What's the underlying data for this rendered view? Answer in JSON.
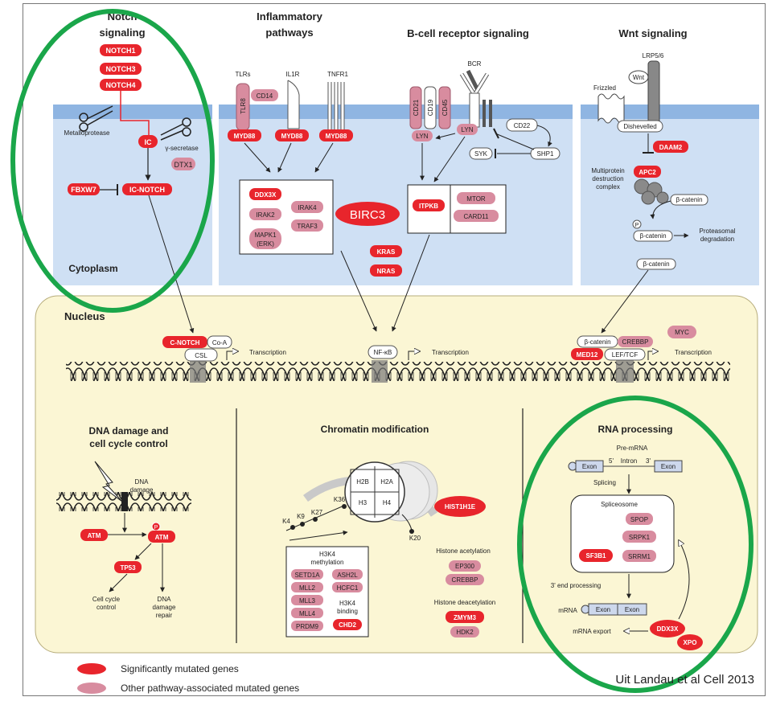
{
  "headers": {
    "notch": [
      "Notch",
      "signaling"
    ],
    "inflammatory": [
      "Inflammatory",
      "pathways"
    ],
    "bcr": "B-cell receptor signaling",
    "wnt": "Wnt signaling"
  },
  "notch": {
    "receptors": [
      "NOTCH1",
      "NOTCH3",
      "NOTCH4"
    ],
    "metalloprotease": "Metalloprotease",
    "gamma_secretase": "γ-secretase",
    "ic": "IC",
    "dtx1": "DTX1",
    "fbxw7": "FBXW7",
    "ic_notch": "IC-NOTCH",
    "cytoplasm": "Cytoplasm"
  },
  "inflammatory": {
    "tlrs": "TLRs",
    "il1r": "IL1R",
    "tnfr1": "TNFR1",
    "tlr8": "TLR8",
    "cd14": "CD14",
    "myd88": "MYD88",
    "box": [
      "DDX3X",
      "IRAK2",
      "MAPK1",
      "(ERK)",
      "IRAK4",
      "TRAF3"
    ],
    "birc3": "BIRC3",
    "kras": "KRAS",
    "nras": "NRAS"
  },
  "bcr": {
    "bcr_label": "BCR",
    "cd21": "CD21",
    "cd19": "CD19",
    "cd45": "CD45",
    "lyn": "LYN",
    "cd22": "CD22",
    "syk": "SYK",
    "shp1": "SHP1",
    "itpkb": "ITPKB",
    "mtor": "MTOR",
    "card11": "CARD11"
  },
  "wnt": {
    "lrp": "LRP5/6",
    "wnt": "Wnt",
    "frizzled": "Frizzled",
    "dishevelled": "Dishevelled",
    "daam2": "DAAM2",
    "destruction": [
      "Multiprotein",
      "destruction",
      "complex"
    ],
    "apc2": "APC2",
    "bcat": "β-catenin",
    "p": "P",
    "proteasomal": [
      "Proteasomal",
      "degradation"
    ]
  },
  "nucleus": {
    "title": "Nucleus",
    "c_notch": "C-NOTCH",
    "coa": "Co-A",
    "csl": "CSL",
    "transcription": "Transcription",
    "nfkb": "NF-κB",
    "bcat": "β-catenin",
    "crebbp": "CREBBP",
    "med12": "MED12",
    "leftcf": "LEF/TCF",
    "myc": "MYC"
  },
  "dna_damage": {
    "title": [
      "DNA damage and",
      "cell cycle control"
    ],
    "dna_damage": [
      "DNA",
      "damage"
    ],
    "atm": "ATM",
    "p": "P",
    "tp53": "TP53",
    "cell_cycle": [
      "Cell cycle",
      "control"
    ],
    "repair": [
      "DNA",
      "damage",
      "repair"
    ]
  },
  "chromatin": {
    "title": "Chromatin modification",
    "histones": [
      "H2B",
      "H2A",
      "H3",
      "H4"
    ],
    "hist1h1e": "HIST1H1E",
    "sites": [
      "K4",
      "K9",
      "K27",
      "K36",
      "K20"
    ],
    "h3k4_title": [
      "H3K4",
      "methylation"
    ],
    "left_genes": [
      "SETD1A",
      "MLL2",
      "MLL3",
      "MLL4",
      "PRDM9"
    ],
    "right_genes": [
      "ASH2L",
      "HCFC1"
    ],
    "binding": [
      "H3K4",
      "binding"
    ],
    "chd2": "CHD2",
    "acetylation": "Histone acetylation",
    "ep300": "EP300",
    "crebbp": "CREBBP",
    "deacetylation": "Histone deacetylation",
    "zmym3": "ZMYM3",
    "hdac": "HDK2"
  },
  "rna": {
    "title": "RNA processing",
    "premrna": "Pre-mRNA",
    "five": "5'",
    "intron": "Intron",
    "three": "3'",
    "exon": "Exon",
    "splicing": "Splicing",
    "spliceosome": "Spliceosome",
    "spop": "SPOP",
    "srpk1": "SRPK1",
    "sf3b1": "SF3B1",
    "srrm1": "SRRM1",
    "end_processing": "3' end processing",
    "mrna": "mRNA",
    "export": "mRNA export",
    "ddx3x": "DDX3X",
    "xpo": "XPO"
  },
  "legend": {
    "significant": "Significantly mutated genes",
    "other": "Other pathway-associated mutated genes"
  },
  "citation": "Uit Landau et al Cell 2013",
  "colors": {
    "significant": "#e8252c",
    "other": "#d88c9f",
    "membrane": "#cfe0f4",
    "membrane_line": "#6f9fd6",
    "nucleus": "#fbf6d4",
    "highlight": "#1aa64a"
  }
}
